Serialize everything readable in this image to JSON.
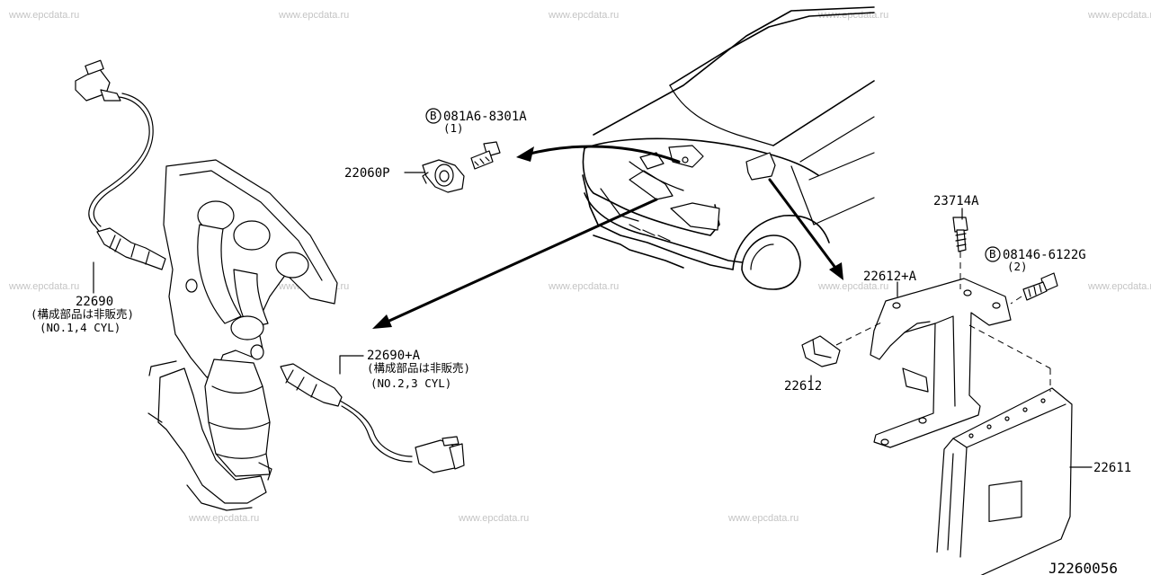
{
  "watermark": "www.epcdata.ru",
  "diagram_id": "J2260056",
  "parts": {
    "sensor_front": {
      "number": "22690",
      "note": "(構成部品は非販売)",
      "cyl": "(NO.1,4 CYL)"
    },
    "sensor_rear": {
      "number": "22690+A",
      "note": "(構成部品は非販売)",
      "cyl": "(NO.2,3 CYL)"
    },
    "knock_sensor": {
      "number": "22060P"
    },
    "bolt_knock": {
      "badge": "B",
      "number": "081A6-8301A",
      "qty": "(1)"
    },
    "screw_bracket": {
      "number": "23714A"
    },
    "bolt_bracket": {
      "badge": "B",
      "number": "08146-6122G",
      "qty": "(2)"
    },
    "bracket": {
      "number": "22612+A"
    },
    "clip": {
      "number": "22612"
    },
    "ecm": {
      "number": "22611"
    }
  }
}
